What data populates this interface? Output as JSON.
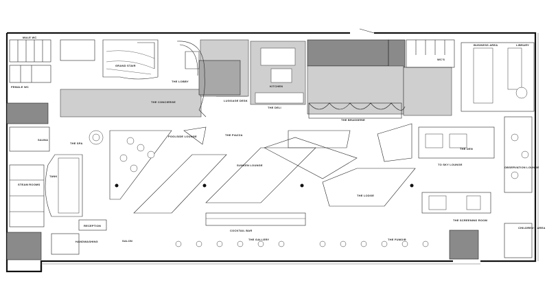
{
  "labels": {
    "male_wc": "MALE WC",
    "female_wc": "FEMALE WC",
    "grand_stair": "GRAND STAIR",
    "the_lobby": "THE LOBBY",
    "the_concierge": "THE CONCIERGE",
    "luggage_desk": "LUGGAGE DESK",
    "kitchen": "KITCHEN",
    "the_deli": "THE DELI",
    "wcs": "WC'S",
    "business_area": "BUSINESS AREA",
    "library": "LIBRARY",
    "sauna": "SAUNA",
    "the_spa": "THE SPA",
    "poolside_lounge": "POOLSIDE LOUNGE",
    "the_piazza": "THE PIAZZA",
    "the_brasserie": "THE BRASSERIE",
    "the_den": "THE DEN",
    "to_sky_lounge": "TO SKY LOUNGE",
    "observation_lounge": "OBSERVATION LOUNGE",
    "steam_rooms": "STEAM ROOMS",
    "tank": "TANK",
    "sunken_lounge": "SUNKEN LOUNGE",
    "the_lodge": "THE LODGE",
    "the_screening_room": "THE SCREENING ROOM",
    "childrens_area": "CHILDREN'S AREA",
    "reception": "RECEPTION",
    "cocktail_bar": "COCKTAIL BAR",
    "handwashing": "HANDWASHING",
    "salon": "SALON",
    "the_gallery": "THE GALLERY",
    "the_fumoir": "THE FUMOIR"
  }
}
